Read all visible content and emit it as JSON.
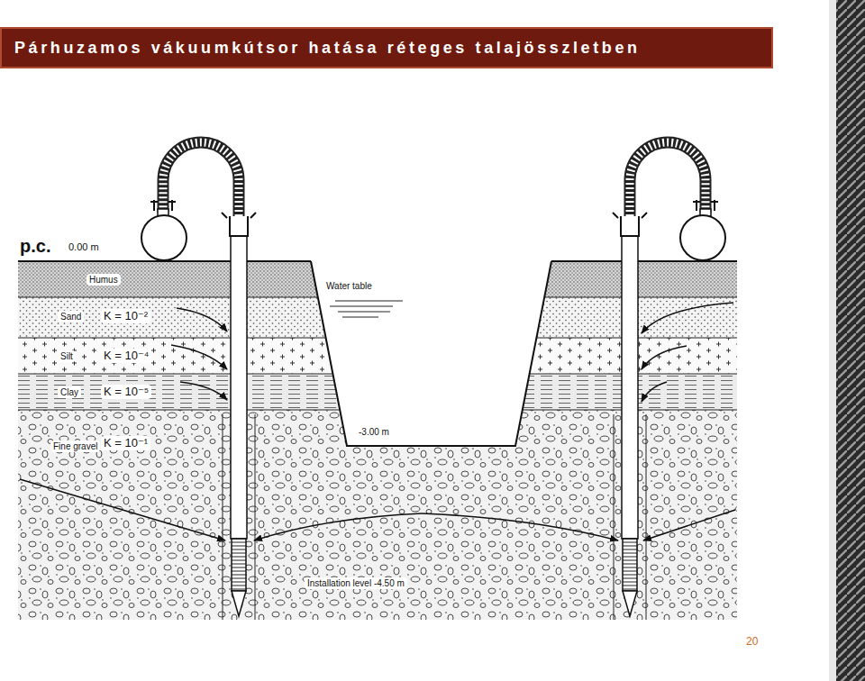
{
  "diagram": {
    "title": "Párhuzamos vákuumkútsor hatása réteges talajösszletben",
    "labels": [
      "p.c.",
      "0.00 m",
      "Humus",
      "Sand",
      "K = 10⁻²",
      "Silt",
      "K = 10⁻⁴",
      "Clay",
      "K = 10⁻⁵",
      "Fine gravel",
      "K = 10⁻¹",
      "Water table",
      "-3.00 m",
      "Installation level -4.50 m",
      "20"
    ]
  }
}
